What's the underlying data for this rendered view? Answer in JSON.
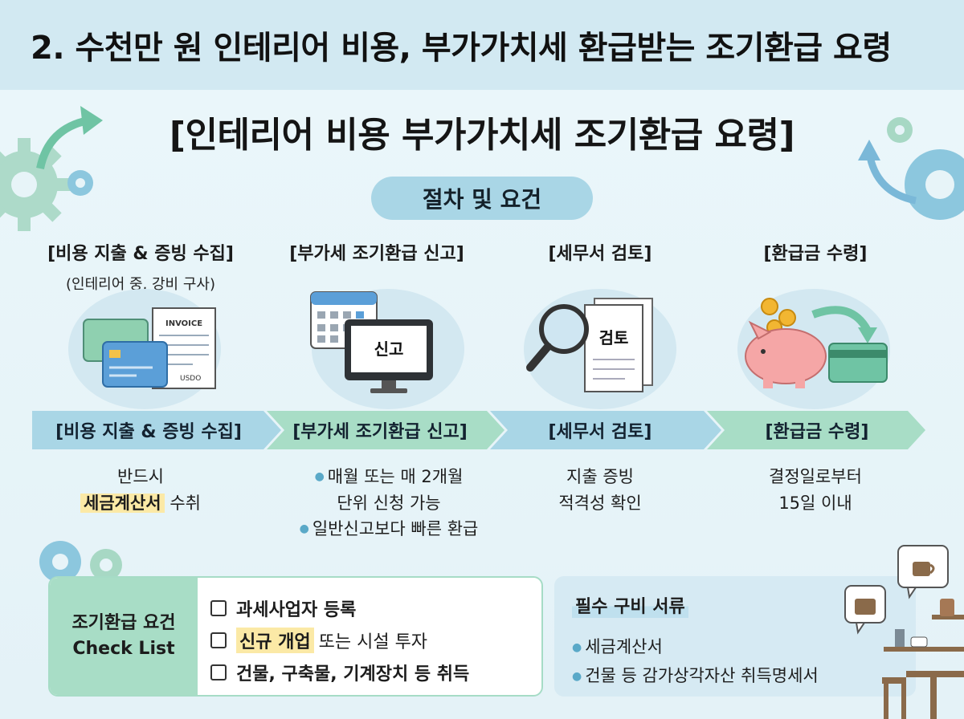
{
  "header": {
    "title": "2. 수천만 원 인테리어 비용, 부가가치세 환급받는 조기환급 요령"
  },
  "main": {
    "title": "[인테리어 비용 부가가치세 조기환급 요령]",
    "pill": "절차 및 요건"
  },
  "steps": [
    {
      "heading": "[비용 지출 & 증빙 수집]",
      "sub": "(인테리어 중, 강비 구사)",
      "band": "[비용 지출 & 증빙 수집]",
      "desc_line1": "반드시",
      "desc_highlight": "세금계산서",
      "desc_after": "수취",
      "icon": "invoice-cards-icon",
      "invoice_label": "INVOICE",
      "invoice_amount": "USDO"
    },
    {
      "heading": "[부가세 조기환급 신고]",
      "band": "[부가세 조기환급 신고]",
      "icon_label": "신고",
      "bullet1a": "매월 또는 매 2개월",
      "bullet1b": "단위 신청 가능",
      "bullet2": "일반신고보다 빠른 환급",
      "icon": "calendar-monitor-icon"
    },
    {
      "heading": "[세무서 검토]",
      "band": "[세무서 검토]",
      "icon_label": "검토",
      "desc_line1": "지출 증빙",
      "desc_line2": "적격성 확인",
      "icon": "magnifier-document-icon"
    },
    {
      "heading": "[환급금 수령]",
      "band": "[환급금 수령]",
      "desc_line1": "결정일로부터",
      "desc_line2": "15일 이내",
      "icon": "piggy-bank-icon"
    }
  ],
  "checklist": {
    "title_line1": "조기환급 요건",
    "title_line2": "Check List",
    "items": [
      {
        "text": "과세사업자 등록"
      },
      {
        "highlight": "신규 개업",
        "text": "또는 시설 투자"
      },
      {
        "text": "건물, 구축물, 기계장치 등 취득"
      }
    ]
  },
  "docs": {
    "title": "필수 구비 서류",
    "items": [
      "세금계산서",
      "건물 등 감가상각자산 취득명세서"
    ]
  },
  "colors": {
    "band_blue": "#a9d6e6",
    "band_green": "#a8ddc6",
    "highlight": "#fbe9a6",
    "banner": "#d2e9f2"
  }
}
